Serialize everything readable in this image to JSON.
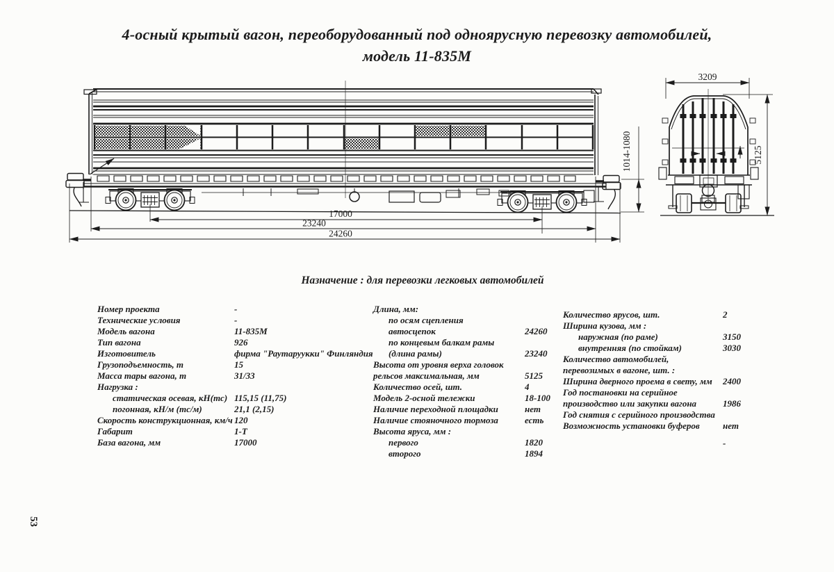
{
  "page_number": "53",
  "title": {
    "line1": "4-осный крытый вагон, переоборудованный под одноярусную перевозку автомобилей,",
    "line2": "модель 11-835М"
  },
  "purpose": "Назначение : для перевозки легковых автомобилей",
  "drawing": {
    "side_view": {
      "dim_wheelbase": "17000",
      "dim_frame_length": "23240",
      "dim_coupler_length": "24260",
      "dim_coupler_height": "1014-1080"
    },
    "end_view": {
      "dim_width": "3209",
      "dim_height": "5125"
    }
  },
  "specs": {
    "col1": [
      {
        "label": "Номер проекта",
        "value": "-"
      },
      {
        "label": "Технические условия",
        "value": "-"
      },
      {
        "label": "Модель вагона",
        "value": "11-835М"
      },
      {
        "label": "Тип вагона",
        "value": "926"
      },
      {
        "label": "Изготовитель",
        "value": "фирма \"Раутаруукки\" Финляндия"
      },
      {
        "label": "Грузоподъемность, т",
        "value": "15"
      },
      {
        "label": "Масса тары вагона, т",
        "value": "31/33"
      },
      {
        "label": "Нагрузка :",
        "value": ""
      },
      {
        "label": "статическая осевая, кН(тс)",
        "value": "115,15 (11,75)",
        "indent": true
      },
      {
        "label": "погонная, кН/м (тс/м)",
        "value": "21,1 (2,15)",
        "indent": true
      },
      {
        "label": "Скорость конструкционная, км/ч",
        "value": "120"
      },
      {
        "label": "Габарит",
        "value": "1-Т"
      },
      {
        "label": "База вагона, мм",
        "value": "17000"
      }
    ],
    "col2": [
      {
        "label": "Длина, мм:",
        "value": ""
      },
      {
        "label": "по осям сцепления",
        "value": "",
        "indent": true
      },
      {
        "label": "автосцепок",
        "value": "24260",
        "indent": true
      },
      {
        "label": "по концевым балкам рамы",
        "value": "",
        "indent": true
      },
      {
        "label": "(длина рамы)",
        "value": "23240",
        "indent": true
      },
      {
        "label": "Высота от уровня верха головок",
        "value": ""
      },
      {
        "label": "рельсов максимальная, мм",
        "value": "5125"
      },
      {
        "label": "Количество осей, шт.",
        "value": "4"
      },
      {
        "label": "Модель 2-осной тележки",
        "value": "18-100"
      },
      {
        "label": "Наличие переходной площадки",
        "value": "нет"
      },
      {
        "label": "Наличие стояночного тормоза",
        "value": "есть"
      },
      {
        "label": "Высота яруса, мм :",
        "value": ""
      },
      {
        "label": "первого",
        "value": "1820",
        "indent": true
      },
      {
        "label": "второго",
        "value": "1894",
        "indent": true
      }
    ],
    "col3": [
      {
        "label": "Количество ярусов, шт.",
        "value": "2"
      },
      {
        "label": "Ширина кузова, мм :",
        "value": ""
      },
      {
        "label": "наружная (по раме)",
        "value": "3150",
        "indent": true
      },
      {
        "label": "внутренняя (по стойкам)",
        "value": "3030",
        "indent": true
      },
      {
        "label": "Количество автомобилей,",
        "value": ""
      },
      {
        "label": "перевозимых в вагоне, шт. :",
        "value": ""
      },
      {
        "label": "Ширина дверного проема в свету, мм",
        "value": "2400"
      },
      {
        "label": "Год постановки на серийное",
        "value": ""
      },
      {
        "label": "производство или закупки вагона",
        "value": "1986"
      },
      {
        "label": "Год снятия с серийного производства",
        "value": ""
      },
      {
        "label": "Возможность установки буферов",
        "value": "нет"
      },
      {
        "label": "",
        "value": "-",
        "gap": true
      }
    ]
  },
  "colors": {
    "ink": "#1c1c1c",
    "paper": "#fcfcfa"
  }
}
